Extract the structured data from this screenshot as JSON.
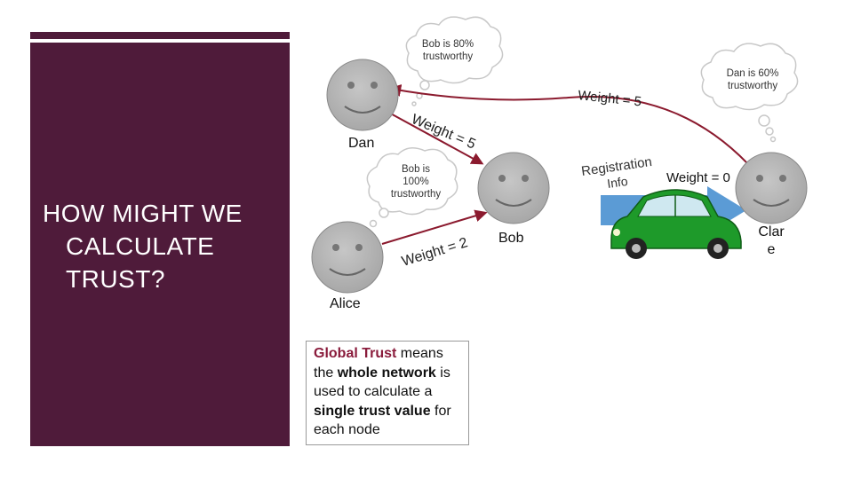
{
  "slide": {
    "title_lines": [
      "HOW MIGHT WE",
      "CALCULATE",
      "TRUST?"
    ],
    "nodes": {
      "dan": "Dan",
      "alice": "Alice",
      "bob": "Bob",
      "clare_line1": "Clar",
      "clare_line2": "e"
    },
    "edges": {
      "dan_to_clare": "Weight = 5",
      "dan_to_bob": "Weight = 5",
      "alice_to_bob": "Weight = 2",
      "bob_to_clare": "Weight = 0"
    },
    "thoughts": {
      "dan_thought_line1": "Bob is 80%",
      "dan_thought_line2": "trustworthy",
      "clare_thought_line1": "Dan is 60%",
      "clare_thought_line2": "trustworthy",
      "alice_thought_line1": "Bob is",
      "alice_thought_line2": "100%",
      "alice_thought_line3": "trustworthy"
    },
    "registration": {
      "line1": "Registration",
      "line2": "Info"
    },
    "definition": {
      "term": "Global Trust",
      "t1": " means the ",
      "b1": "whole network",
      "t2": " is used to calculate a ",
      "b2": "single trust value",
      "t3": " for each node"
    },
    "colors": {
      "panel": "#4f1b3a",
      "face": "#b4b4b4",
      "edge": "#8b1a2e",
      "car": "#1e9a2a",
      "arrow": "#5b9bd5",
      "highlight": "#8a1c3c"
    }
  }
}
